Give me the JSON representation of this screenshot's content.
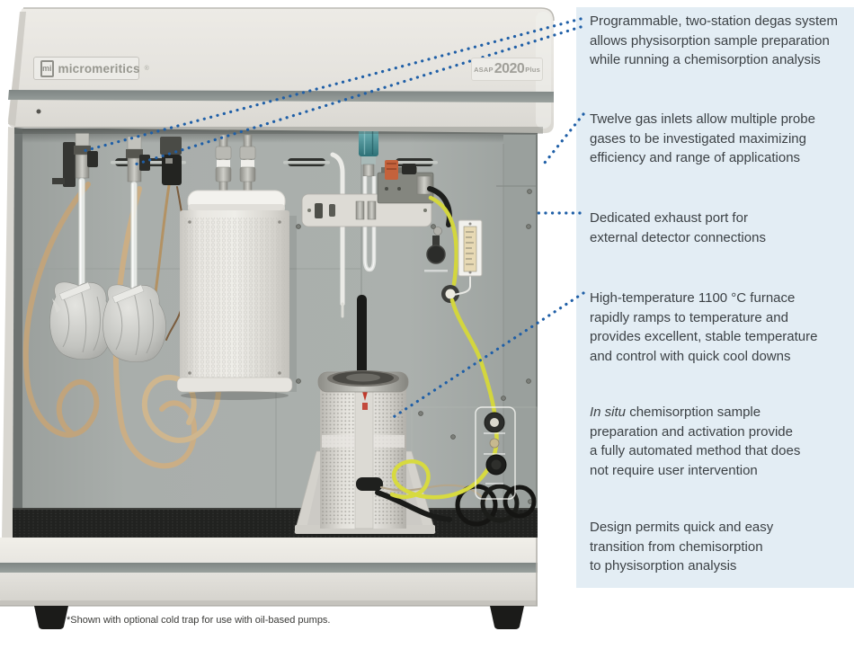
{
  "figure": {
    "brand": {
      "logo_box": "mi",
      "logo_name": "micromeritics",
      "reg_mark": "®"
    },
    "model_badge": {
      "prefix": "ASAP",
      "number": "2020",
      "suffix": "Plus"
    },
    "footnote": "*Shown with optional cold trap for use with oil-based pumps."
  },
  "colors": {
    "leader_blue": "#1f5fa7",
    "annotation_panel_bg": "#e3edf4",
    "cabinet_cream": "#e7e5e0",
    "bay_panel_gray": "#a7aca9",
    "accent_yellow_tube": "#d3d63e"
  },
  "annotations": {
    "items": [
      {
        "id": "degas-system",
        "text": "Programmable, two-station degas system\nallows physisorption sample preparation\nwhile running a chemisorption analysis"
      },
      {
        "id": "gas-inlets",
        "text": "Twelve gas inlets allow multiple probe\ngases to be investigated maximizing\nefficiency and range of applications"
      },
      {
        "id": "exhaust-port",
        "text": "Dedicated exhaust port for\nexternal detector connections"
      },
      {
        "id": "furnace",
        "text": "High-temperature 1100 °C furnace\nrapidly ramps to temperature and\nprovides excellent, stable temperature\nand control with quick cool downs"
      },
      {
        "id": "in-situ",
        "italic_lead": "In situ",
        "text": " chemisorption sample\npreparation and activation provide\na fully automated method that does\nnot require user intervention"
      },
      {
        "id": "design",
        "text": "Design permits quick and easy\ntransition from chemisorption\nto physisorption analysis"
      }
    ]
  }
}
